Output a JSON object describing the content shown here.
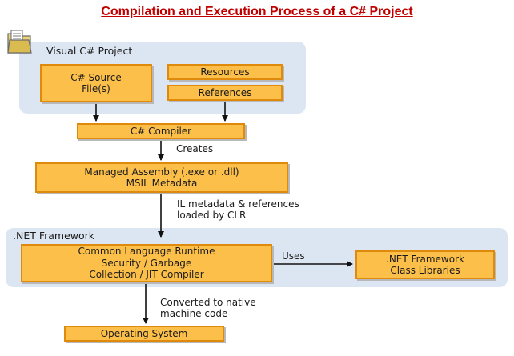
{
  "title": "Compilation and Execution Process of a C# Project",
  "visual_project": {
    "label": "Visual C# Project",
    "source_box": "C# Source\nFile(s)",
    "resources_box": "Resources",
    "references_box": "References"
  },
  "compiler_box": "C# Compiler",
  "creates_label": "Creates",
  "assembly_box": "Managed Assembly (.exe or .dll)\nMSIL Metadata",
  "il_label": "IL metadata & references\nloaded by CLR",
  "net_framework": {
    "label": ".NET Framework",
    "clr_box": "Common Language Runtime\nSecurity / Garbage\nCollection / JIT Compiler",
    "uses_label": "Uses",
    "libraries_box": ".NET Framework\nClass Libraries"
  },
  "converted_label": "Converted to native\nmachine code",
  "os_box": "Operating System",
  "colors": {
    "title": "#c00000",
    "panel": "#dce6f2",
    "box_fill": "#fbbf4a",
    "box_border": "#e08a0b"
  },
  "icons": {
    "project": "folder-document-icon"
  }
}
